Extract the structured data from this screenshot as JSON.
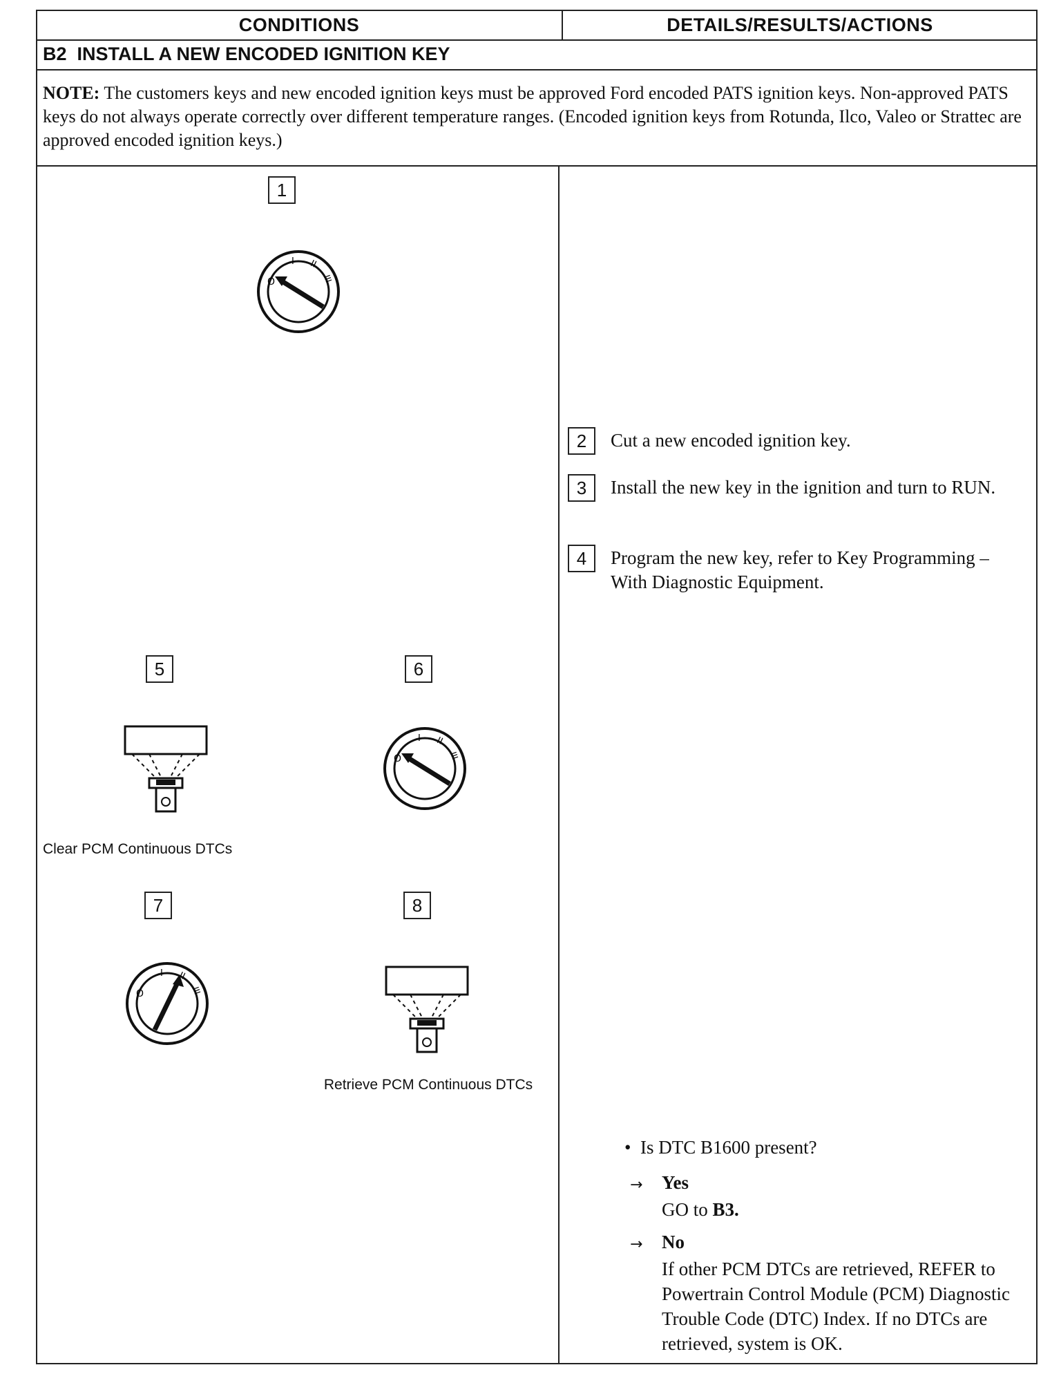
{
  "header": {
    "conditions": "CONDITIONS",
    "details": "DETAILS/RESULTS/ACTIONS"
  },
  "section": {
    "code": "B2",
    "title": "INSTALL A NEW ENCODED IGNITION KEY"
  },
  "note": {
    "label": "NOTE:",
    "text": "The customers keys and new encoded ignition keys must be approved Ford encoded PATS ignition keys. Non-approved PATS keys do not always operate correctly over different temperature ranges. (Encoded ignition keys from Rotunda, Ilco, Valeo or Strattec are approved encoded ignition keys.)"
  },
  "steps": [
    {
      "num": "1"
    },
    {
      "num": "2",
      "text": "Cut a new encoded ignition key."
    },
    {
      "num": "3",
      "text": "Install the new key in the ignition and turn to RUN."
    },
    {
      "num": "4",
      "text": "Program the new key, refer to Key Programming – With Diagnostic Equipment."
    },
    {
      "num": "5",
      "caption": "Clear PCM Continuous DTCs"
    },
    {
      "num": "6"
    },
    {
      "num": "7"
    },
    {
      "num": "8",
      "caption": "Retrieve PCM Continuous DTCs"
    }
  ],
  "ignition_labels": {
    "off": "O",
    "accessory": "I",
    "run": "II",
    "start": "III"
  },
  "question": {
    "bullet": "•",
    "text": "Is DTC B1600 present?",
    "yes_label": "Yes",
    "yes_text_prefix": "GO to ",
    "yes_target": "B3.",
    "no_label": "No",
    "no_text": "If other PCM DTCs are retrieved, REFER to Powertrain Control Module (PCM) Diagnostic Trouble Code (DTC) Index. If no DTCs are retrieved, system is OK.",
    "arrow": "→"
  },
  "icons": [
    "ignition-off-icon",
    "scan-tool-icon",
    "ignition-off-icon",
    "ignition-run-icon",
    "scan-tool-icon"
  ]
}
